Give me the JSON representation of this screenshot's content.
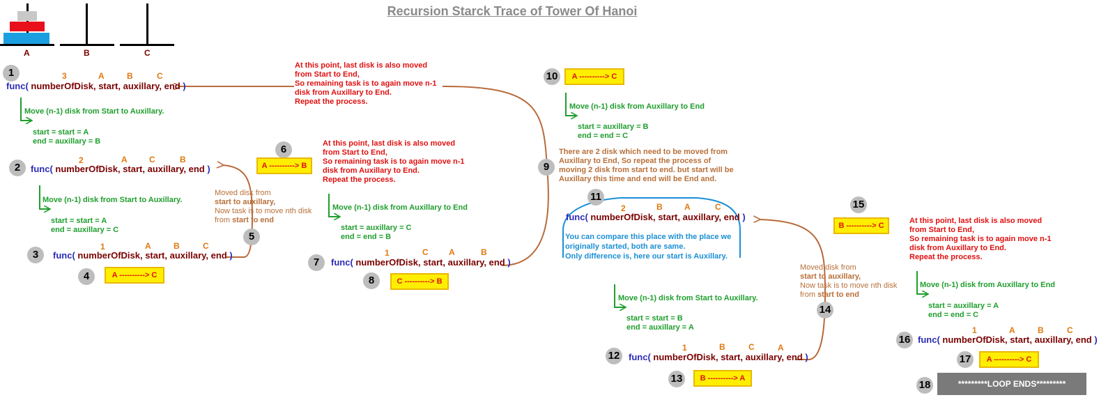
{
  "title": "Recursion Starck Trace of Tower Of Hanoi",
  "tower_labels": [
    "A",
    "B",
    "C"
  ],
  "func": {
    "kw": "func(",
    "params": "numberOfDisk, start, auxillary, end",
    "close": ")"
  },
  "steps": [
    "1",
    "2",
    "3",
    "4",
    "5",
    "6",
    "7",
    "8",
    "9",
    "10",
    "11",
    "12",
    "13",
    "14",
    "15",
    "16",
    "17",
    "18"
  ],
  "calls": [
    {
      "n": "3",
      "a": "A",
      "b": "B",
      "c": "C"
    },
    {
      "n": "2",
      "a": "A",
      "b": "C",
      "c": "B"
    },
    {
      "n": "1",
      "a": "A",
      "b": "B",
      "c": "C"
    },
    {
      "n": "1",
      "a": "C",
      "b": "A",
      "c": "B"
    },
    {
      "n": "2",
      "a": "B",
      "b": "A",
      "c": "C"
    },
    {
      "n": "1",
      "a": "B",
      "b": "C",
      "c": "A"
    },
    {
      "n": "1",
      "a": "A",
      "b": "B",
      "c": "C"
    }
  ],
  "moves": [
    "A ----------> C",
    "A ----------> B",
    "C ----------> B",
    "A ----------> C",
    "B ----------> A",
    "B ----------> C",
    "A ----------> C"
  ],
  "green": {
    "to_aux": "Move (n-1) disk from Start to Auxillary.",
    "aux_to_end": "Move (n-1) disk from Auxillary to End",
    "g1": [
      "start = start = A",
      "end  = auxillary = B"
    ],
    "g2": [
      "start = start = A",
      "end  = auxillary = C"
    ],
    "g3": [
      "start =  auxillary = C",
      "end  =  end = B"
    ],
    "g4": [
      "start =  auxillary = B",
      "end  =  end = C"
    ],
    "g5": [
      "start = start = B",
      "end  = auxillary = A"
    ],
    "g6": [
      "start =  auxillary = A",
      "end  =  end = C"
    ]
  },
  "red_note": [
    "At this point, last disk is also moved",
    "from Start to End,",
    "So remaining task is to again move n-1",
    "disk from Auxillary to End.",
    "Repeat the process."
  ],
  "brown_note": {
    "l1": "Moved disk from",
    "l2": "start to auxillary,",
    "l3": "Now task is to move nth disk",
    "l4a": "from ",
    "l4b": "start to end"
  },
  "brown_big": [
    "There are 2 disk which need to be moved from",
    "Auxillary to End, So repeat the process of",
    "moving 2 disk from start to end. but start will be",
    "Auxillary this time and end will be End and."
  ],
  "blue_note": [
    "You can compare this place with the place we",
    "originally started, both are same.",
    "Only difference is, here our start is Auxillary."
  ],
  "loop_ends": "*********LOOP ENDS*********",
  "colors": {
    "brown_arrow": "#b86a3c",
    "green": "#1f9e2d",
    "blue": "#1b8fd6",
    "red": "#e01010"
  }
}
